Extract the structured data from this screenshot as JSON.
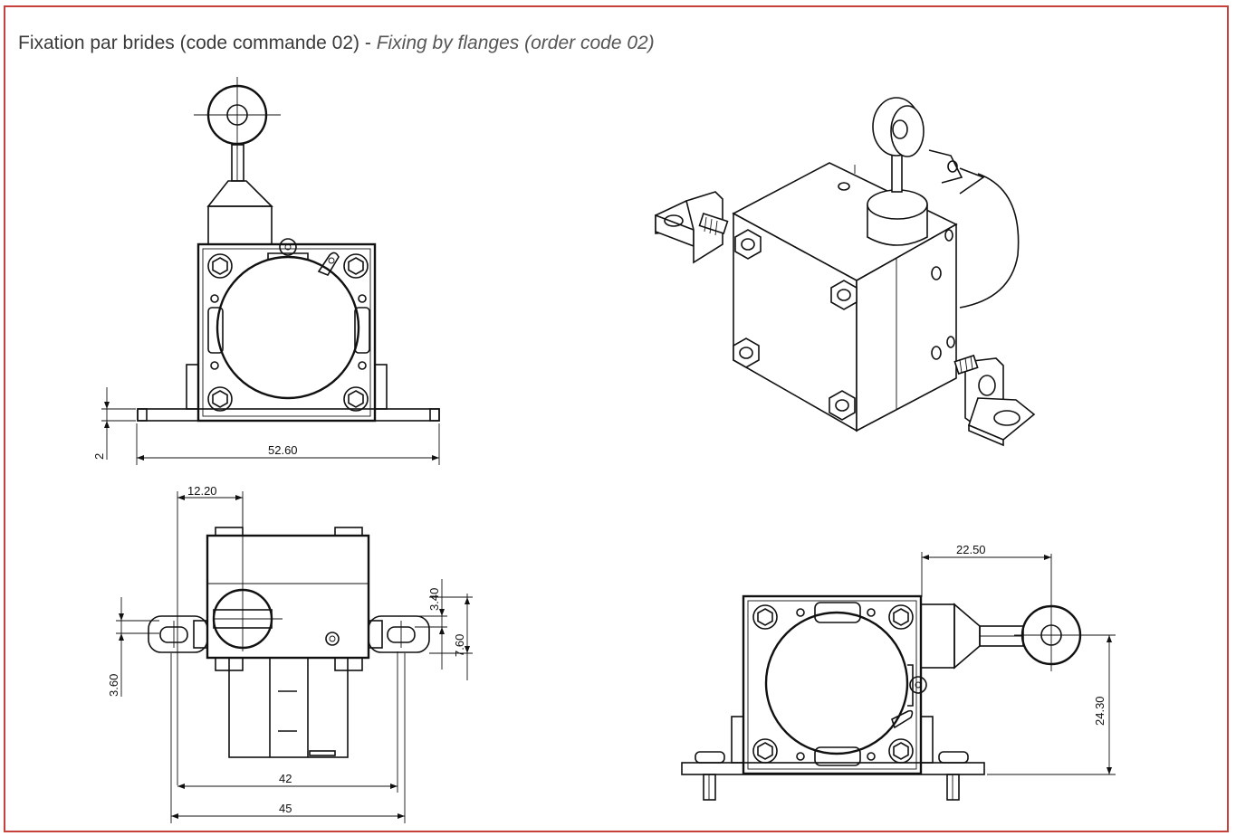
{
  "caption": {
    "fr": "Fixation par brides (code commande 02)",
    "separator": " - ",
    "en": "Fixing by flanges (order code 02)"
  },
  "dimensions": {
    "front_flange_thickness": "2",
    "front_width": "52.60",
    "top_offset": "12.20",
    "top_slot_height": "3.40",
    "top_flange_height": "7.60",
    "top_left_height": "3.60",
    "top_inner_width": "42",
    "top_outer_width": "45",
    "side_cable_offset": "22.50",
    "side_cable_height": "24.30"
  },
  "colors": {
    "border": "#c6403c",
    "line": "#111111"
  }
}
